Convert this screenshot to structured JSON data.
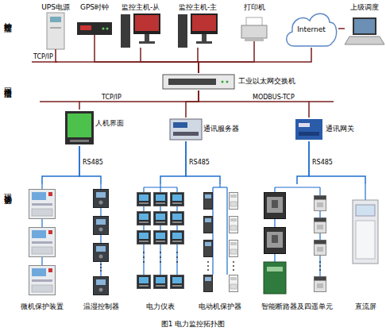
{
  "diagram": {
    "caption": "图1 电力监控拓扑图",
    "nodes": [
      {
        "text": [
          "UPS电源"
        ]
      },
      {
        "text": [
          "GPS时钟"
        ]
      },
      {
        "text": [
          "监控主机-从"
        ]
      },
      {
        "text": [
          "监控主机-主"
        ]
      },
      {
        "text": [
          "打印机"
        ]
      },
      {
        "text": [
          "Internet"
        ]
      },
      {
        "text": [
          "上级调度"
        ]
      },
      {
        "text": [
          "工业以太网交换机"
        ]
      },
      {
        "text": [
          "人机界面"
        ]
      },
      {
        "text": [
          "通讯服务器"
        ]
      },
      {
        "text": [
          "通讯网关"
        ]
      },
      {
        "text": [
          "微机保护装置"
        ]
      },
      {
        "text": [
          "温湿控制器"
        ]
      },
      {
        "text": [
          "电力仪表"
        ]
      },
      {
        "text": [
          "电动机保护器"
        ]
      },
      {
        "text": [
          "智能断路器及四遥单元"
        ]
      },
      {
        "text": [
          "直流屏"
        ]
      }
    ],
    "edges": [
      {
        "from": 7,
        "to": 0,
        "arrow": "none"
      },
      {
        "from": 7,
        "to": 1,
        "arrow": "none"
      },
      {
        "from": 7,
        "to": 2,
        "arrow": "none"
      },
      {
        "from": 7,
        "to": 3,
        "arrow": "none"
      },
      {
        "from": 7,
        "to": 4,
        "arrow": "none"
      },
      {
        "from": 7,
        "to": 5,
        "arrow": "none"
      },
      {
        "from": 5,
        "to": 6,
        "arrow": "none"
      },
      {
        "from": 7,
        "to": 8,
        "arrow": "none"
      },
      {
        "from": 7,
        "to": 9,
        "arrow": "none"
      },
      {
        "from": 7,
        "to": 10,
        "arrow": "none"
      },
      {
        "from": 8,
        "to": 11,
        "arrow": "none"
      },
      {
        "from": 8,
        "to": 12,
        "arrow": "none"
      },
      {
        "from": 9,
        "to": 13,
        "arrow": "none"
      },
      {
        "from": 9,
        "to": 14,
        "arrow": "none"
      },
      {
        "from": 10,
        "to": 15,
        "arrow": "none"
      },
      {
        "from": 10,
        "to": 16,
        "arrow": "none"
      }
    ],
    "labels": [
      "站控管理层",
      "网络通信层",
      "现场设备层",
      "TCP/IP",
      "TCP/IP",
      "MODBUS-TCP",
      "RS485",
      "RS485",
      "RS485"
    ]
  }
}
